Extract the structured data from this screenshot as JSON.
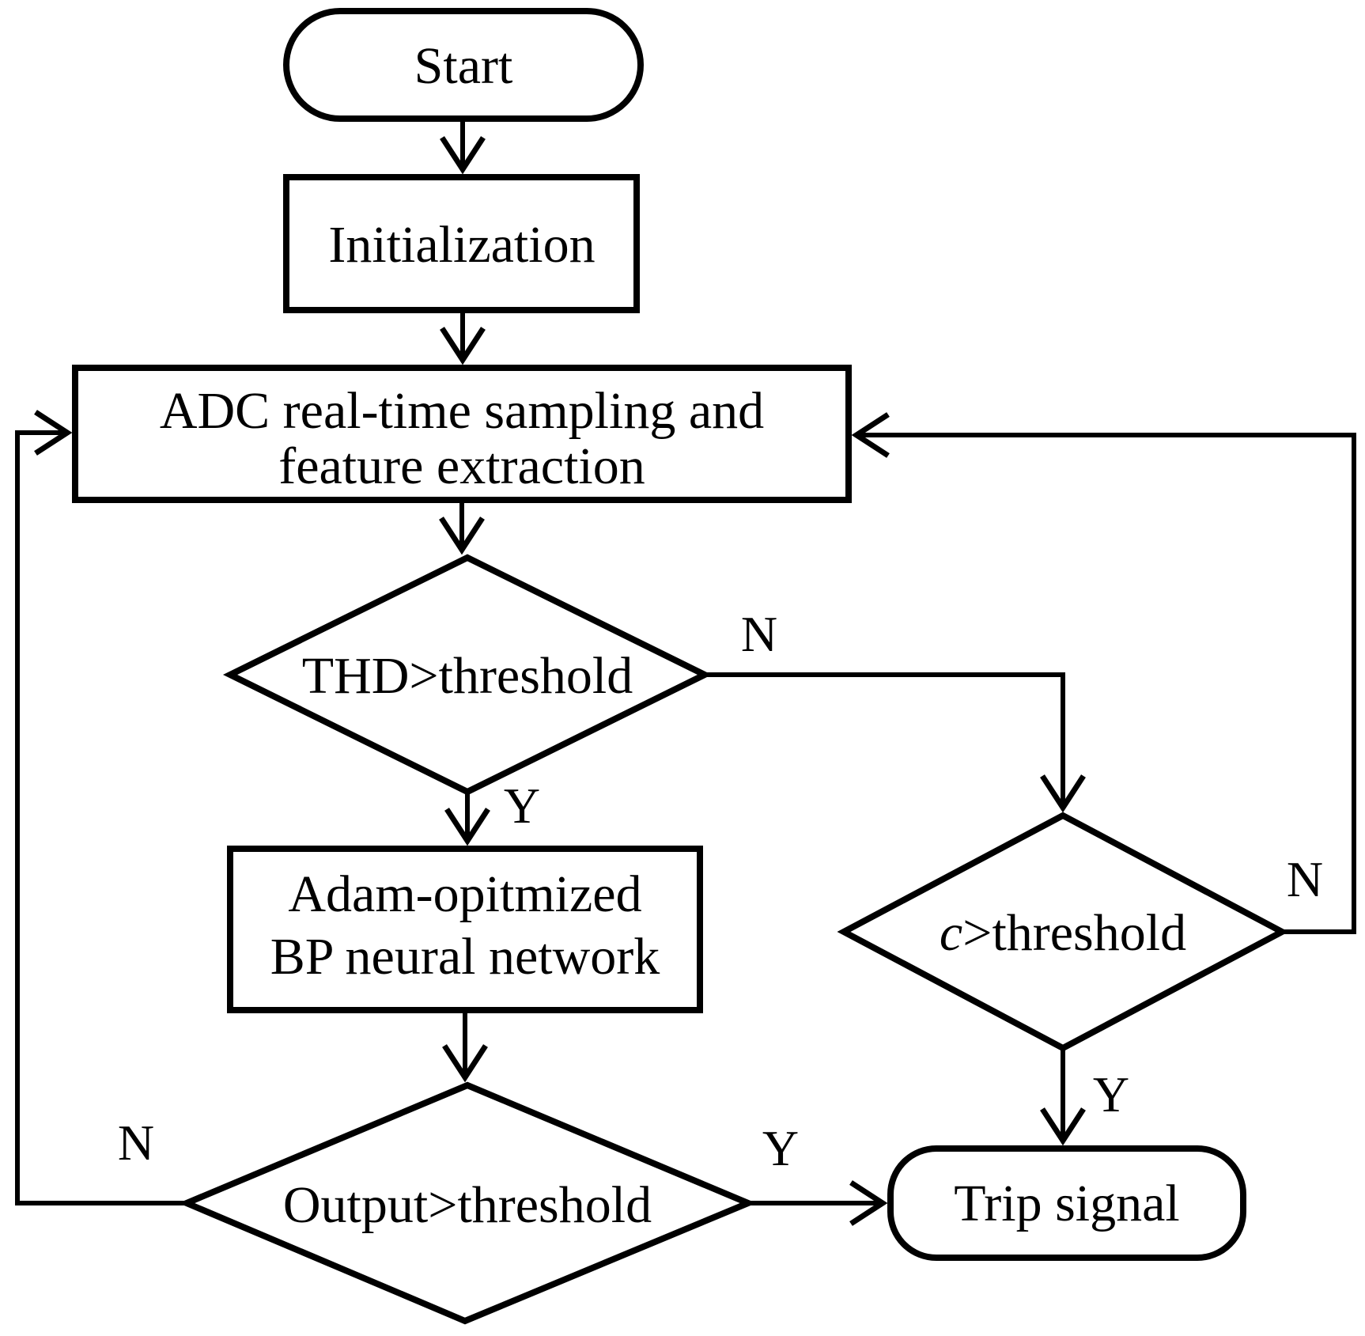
{
  "flowchart": {
    "background_color": "#ffffff",
    "stroke_color": "#000000",
    "nodes": {
      "start": {
        "shape": "terminator",
        "label": "Start"
      },
      "initialization": {
        "shape": "process",
        "label": "Initialization"
      },
      "adc_sampling": {
        "shape": "process",
        "lines": [
          "ADC real-time sampling and",
          "feature extraction"
        ]
      },
      "thd_check": {
        "shape": "decision",
        "label": "THD>threshold"
      },
      "adam_bp": {
        "shape": "process",
        "lines": [
          "Adam-opitmized",
          "BP neural network"
        ]
      },
      "c_check": {
        "shape": "decision",
        "variable": "c",
        "rest": ">threshold"
      },
      "output_check": {
        "shape": "decision",
        "label": "Output>threshold"
      },
      "trip_signal": {
        "shape": "terminator",
        "label": "Trip signal"
      }
    },
    "edge_labels": {
      "thd_no": "N",
      "thd_yes": "Y",
      "c_no": "N",
      "c_yes": "Y",
      "output_no": "N",
      "output_yes": "Y"
    }
  }
}
